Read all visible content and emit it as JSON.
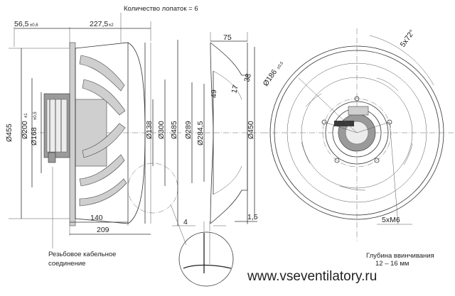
{
  "annotations": {
    "blade_count": "Количество лопаток = 6",
    "cable_gland": [
      "Резьбовое кабельное",
      "соединение"
    ],
    "thread_depth": [
      "Глубина ввинчивания",
      "12 – 16 мм"
    ]
  },
  "dims": {
    "d56_5": "56,5",
    "tol_56_5": "±0,6",
    "d227_5": "227,5",
    "tol_227_5": "±2",
    "d75": "75",
    "d455": "Ø455",
    "d200": "Ø200",
    "tol_200": "±1",
    "d168": "Ø168",
    "tol_168": "±0,5",
    "d138": "Ø138",
    "d300": "Ø300",
    "d485": "Ø485",
    "d289": "Ø289",
    "d284_5": "Ø284,5",
    "d450": "Ø450",
    "d49": "49",
    "d17": "17",
    "d38": "38",
    "d140": "140",
    "d209": "209",
    "d4": "4",
    "d1_5": "1,5",
    "d186": "Ø186",
    "tol_186": "±0,5",
    "d5x72": "5x72°",
    "d5xM6": "5xM6"
  },
  "watermark": "www.vseventilatory.ru"
}
